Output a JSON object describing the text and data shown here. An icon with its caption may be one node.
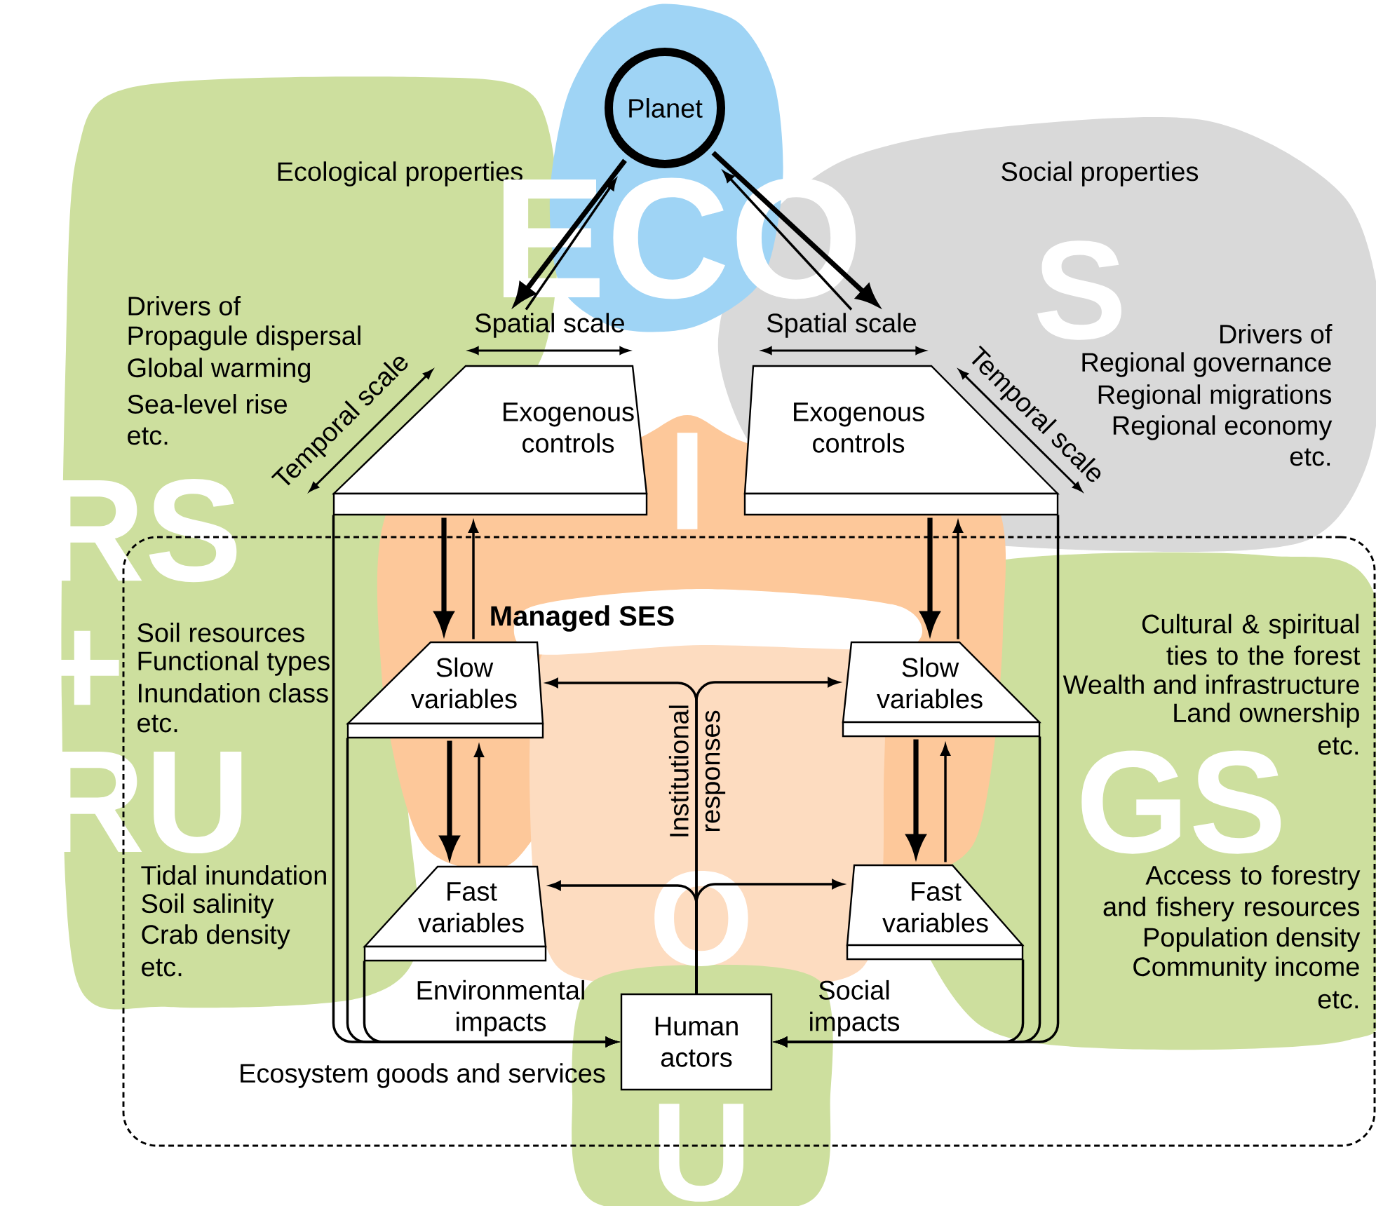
{
  "diagram": {
    "nodes": [
      {
        "text": [
          "Planet"
        ]
      },
      {
        "text": [
          "Exogenous controls"
        ],
        "beside": [
          "Spatial scale",
          "Temporal scale"
        ]
      },
      {
        "text": [
          "Exogenous controls"
        ],
        "beside": [
          "Spatial scale",
          "Temporal scale"
        ]
      },
      {
        "text": [
          "Managed SES"
        ]
      },
      {
        "text": [
          "Slow variables"
        ],
        "in": 3
      },
      {
        "text": [
          "Slow variables"
        ],
        "in": 3
      },
      {
        "text": [
          "Fast variables"
        ],
        "in": 3
      },
      {
        "text": [
          "Fast variables"
        ],
        "in": 3
      },
      {
        "text": [
          "Human actors"
        ],
        "in": 3
      }
    ],
    "edges": [
      {
        "from": 0,
        "to": 1,
        "arrow": "to",
        "style": "thick"
      },
      {
        "from": 1,
        "to": 0,
        "arrow": "to"
      },
      {
        "from": 0,
        "to": 2,
        "arrow": "to",
        "style": "thick"
      },
      {
        "from": 2,
        "to": 0,
        "arrow": "to"
      },
      {
        "from": 1,
        "to": 4,
        "arrow": "to",
        "style": "thick"
      },
      {
        "from": 4,
        "to": 1,
        "arrow": "to"
      },
      {
        "from": 2,
        "to": 5,
        "arrow": "to",
        "style": "thick"
      },
      {
        "from": 5,
        "to": 2,
        "arrow": "to"
      },
      {
        "from": 4,
        "to": 6,
        "arrow": "to",
        "style": "thick"
      },
      {
        "from": 6,
        "to": 4,
        "arrow": "to"
      },
      {
        "from": 5,
        "to": 7,
        "arrow": "to",
        "style": "thick"
      },
      {
        "from": 7,
        "to": 5,
        "arrow": "to"
      },
      {
        "from": 8,
        "to": 4,
        "arrow": "to",
        "label": "Institutional responses"
      },
      {
        "from": 8,
        "to": 5,
        "arrow": "to"
      },
      {
        "from": 8,
        "to": 6,
        "arrow": "to"
      },
      {
        "from": 8,
        "to": 7,
        "arrow": "to"
      },
      {
        "from": 1,
        "to": 8,
        "arrow": "to",
        "label": "Ecosystem goods and services"
      },
      {
        "from": 4,
        "to": 8,
        "arrow": "to"
      },
      {
        "from": 6,
        "to": 8,
        "arrow": "to",
        "label": "Environmental impacts"
      },
      {
        "from": 2,
        "to": 8,
        "arrow": "to"
      },
      {
        "from": 5,
        "to": 8,
        "arrow": "to"
      },
      {
        "from": 7,
        "to": 8,
        "arrow": "to",
        "label": "Social impacts"
      }
    ],
    "labels": [
      "Ecological properties",
      "Social properties",
      "ECO",
      "S",
      "Drivers of",
      "Propagule dispersal",
      "Global warming",
      "Sea-level rise",
      "etc.",
      "Drivers of",
      "Regional governance",
      "Regional migrations",
      "Regional economy",
      "etc.",
      "RS + RU",
      "I",
      "Cultural & spiritual ties to the forest",
      "Wealth and infrastructure",
      "Land ownership",
      "etc.",
      "Soil resources",
      "Functional types",
      "Inundation class",
      "etc.",
      "GS",
      "Tidal inundation",
      "Soil salinity",
      "Crab density",
      "etc.",
      "Access to forestry and fishery resources",
      "Population density",
      "Community income",
      "etc.",
      "O",
      "U"
    ]
  }
}
